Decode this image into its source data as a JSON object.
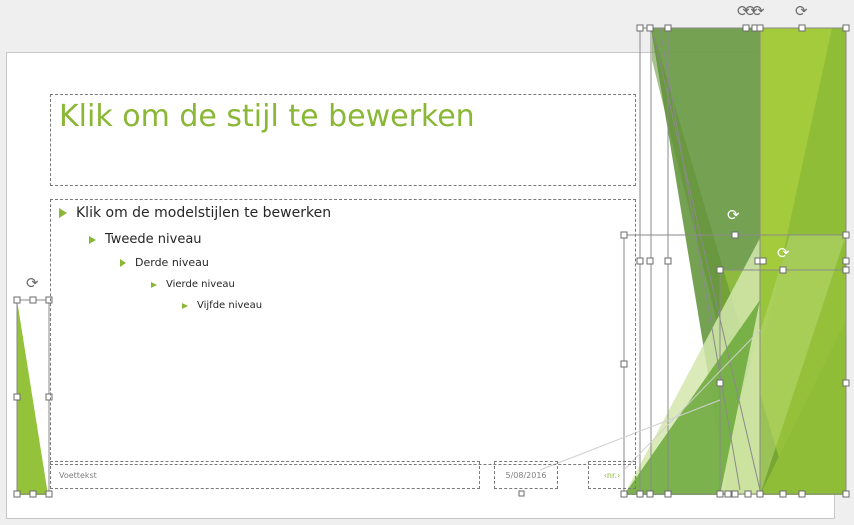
{
  "slide_master": {
    "title_placeholder": "Klik om de stijl te bewerken",
    "body_levels": [
      "Klik om de modelstijlen te bewerken",
      "Tweede niveau",
      "Derde niveau",
      "Vierde niveau",
      "Vijfde niveau"
    ],
    "footer": "Voettekst",
    "date": "5/08/2016",
    "slide_number": "‹nr.›"
  },
  "icons": {
    "bullet": "triangle-right-icon",
    "rotate": "rotate-handle-icon"
  },
  "colors": {
    "title": "#8ab735",
    "bullet": "#8ab735",
    "dark_green": "#6a9a44",
    "light_green": "#a6cc3d",
    "pale_green": "#d3e7ad",
    "handle_stroke": "#6b6b6b"
  }
}
